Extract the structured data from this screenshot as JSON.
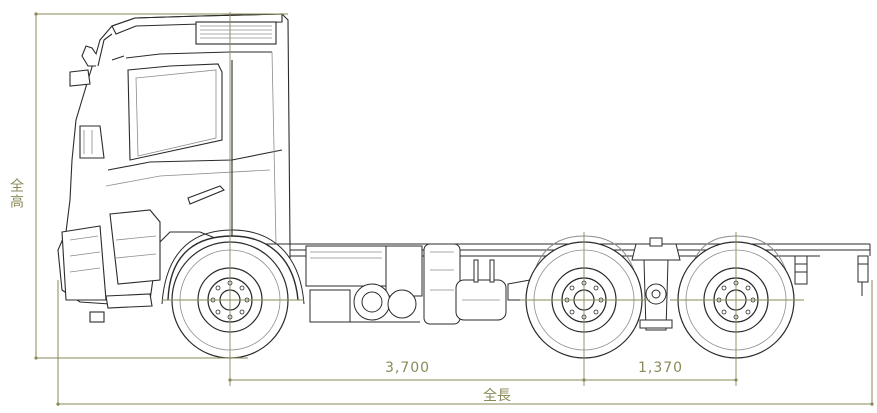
{
  "dimensions": {
    "total_height_label": "全高",
    "total_length_label": "全長",
    "wheelbase_label": "3,700",
    "tandem_spacing_label": "1,370"
  },
  "colors": {
    "line": "#2b2b2b",
    "light_line": "#8c8c8c",
    "dimension": "#8a8a5a",
    "background": "#ffffff"
  }
}
